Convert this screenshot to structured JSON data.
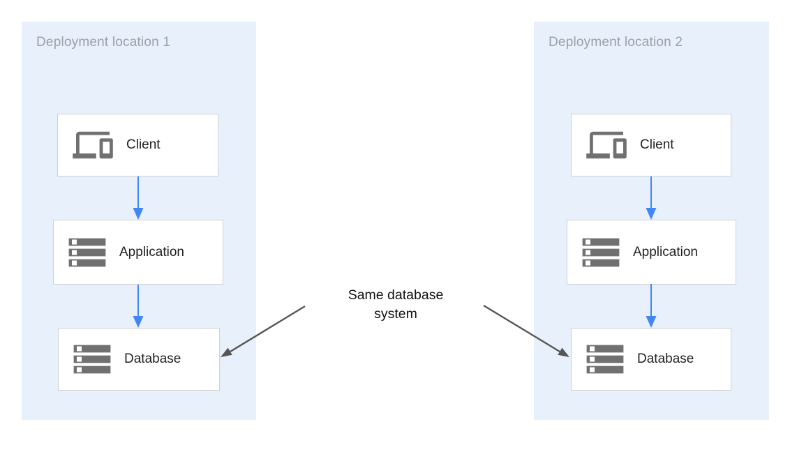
{
  "colors": {
    "canvas_background": "#ffffff",
    "panel_background": "#e8f0fb",
    "node_background": "#ffffff",
    "node_border": "#ccd0d4",
    "icon_gray": "#707070",
    "panel_title_gray": "#9aa0a6",
    "node_label_color": "#212121",
    "flow_arrow_blue": "#4285f4",
    "annotation_arrow_gray": "#555555",
    "annotation_text_color": "#111111"
  },
  "panels": [
    {
      "title": "Deployment location 1",
      "nodes": [
        {
          "label": "Client",
          "icon": "client-devices-icon"
        },
        {
          "label": "Application",
          "icon": "application-servers-icon"
        },
        {
          "label": "Database",
          "icon": "database-servers-icon"
        }
      ]
    },
    {
      "title": "Deployment location 2",
      "nodes": [
        {
          "label": "Client",
          "icon": "client-devices-icon"
        },
        {
          "label": "Application",
          "icon": "application-servers-icon"
        },
        {
          "label": "Database",
          "icon": "database-servers-icon"
        }
      ]
    }
  ],
  "annotation": {
    "line1": "Same database",
    "line2": "system"
  }
}
